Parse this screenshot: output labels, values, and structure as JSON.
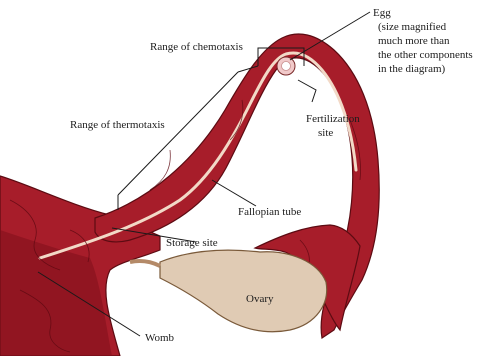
{
  "labels": {
    "egg": "Egg",
    "egg_note": [
      "(size magnified",
      "much more than",
      "the other components",
      "in the diagram)"
    ],
    "chemotaxis": "Range of chemotaxis",
    "thermotaxis": "Range of thermotaxis",
    "fertilization": [
      "Fertilization",
      "site"
    ],
    "fallopian_tube": "Fallopian tube",
    "storage_site": "Storage site",
    "ovary": "Ovary",
    "womb": "Womb"
  }
}
